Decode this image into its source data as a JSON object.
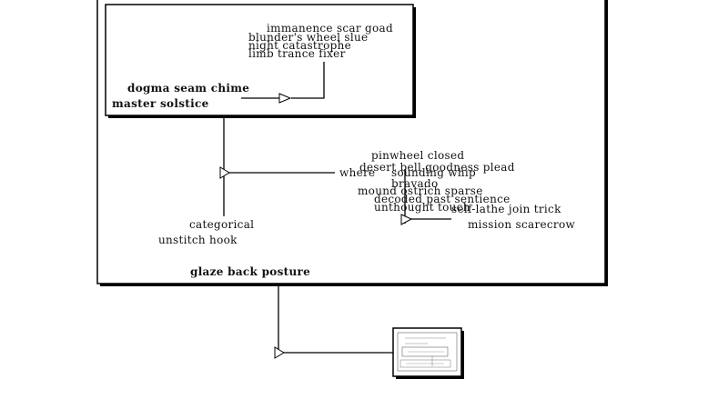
{
  "outer_panel": {},
  "inner_panel": {
    "labels": [
      "immanence scar goad",
      "blunder's wheel slue",
      "night catastrophe",
      "limb trance fixer"
    ],
    "input_label": "dogma seam chime",
    "output_label": "master solstice"
  },
  "left_group": {
    "labels": [
      "categorical",
      "unstitch hook"
    ]
  },
  "right_group": {
    "labels": [
      "pinwheel closed",
      "desert bell goodness plead",
      "bravado",
      "mound ostrich sparse",
      "decoded past sentience",
      "unthought touch",
      "self-lathe join trick",
      "mission scarecrow"
    ],
    "overlap_label": "where"
  },
  "bottom_label": "glaze back posture",
  "thumbnail": {}
}
